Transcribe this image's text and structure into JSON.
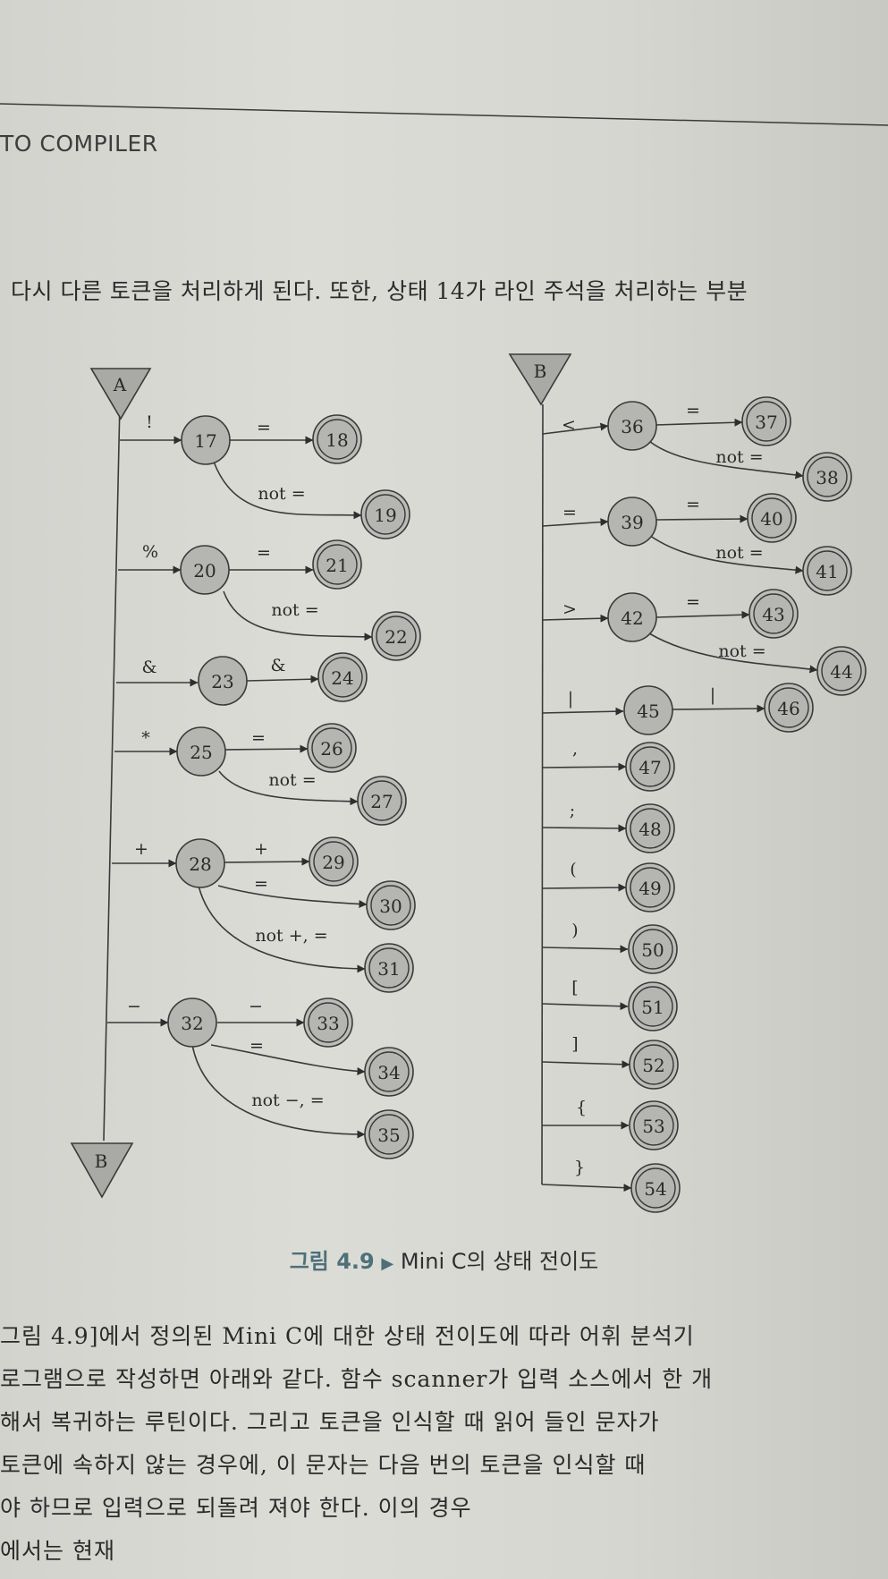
{
  "running_head": "TO COMPILER",
  "intro_line": "다시 다른 토큰을 처리하게 된다. 또한, 상태 14가 라인 주석을 처리하는 부분",
  "diagram": {
    "connectors": [
      "A",
      "B",
      "B"
    ],
    "states": [
      "17",
      "18",
      "19",
      "20",
      "21",
      "22",
      "23",
      "24",
      "25",
      "26",
      "27",
      "28",
      "29",
      "30",
      "31",
      "32",
      "33",
      "34",
      "35",
      "36",
      "37",
      "38",
      "39",
      "40",
      "41",
      "42",
      "43",
      "44",
      "45",
      "46",
      "47",
      "48",
      "49",
      "50",
      "51",
      "52",
      "53",
      "54"
    ],
    "labels": {
      "l_ex": "!",
      "l_17_18": "=",
      "l_17_19": "not =",
      "l_pct": "%",
      "l_20_21": "=",
      "l_20_22": "not =",
      "l_amp": "&",
      "l_23_24": "&",
      "l_star": "*",
      "l_25_26": "=",
      "l_25_27": "not =",
      "l_plus": "+",
      "l_28_29": "+",
      "l_28_30": "=",
      "l_28_31": "not +, =",
      "l_minus": "−",
      "l_32_33": "−",
      "l_32_34": "=",
      "l_32_35": "not −, =",
      "l_lt": "<",
      "l_36_37": "=",
      "l_36_38": "not =",
      "l_eq": "=",
      "l_39_40": "=",
      "l_39_41": "not =",
      "l_gt": ">",
      "l_42_43": "=",
      "l_42_44": "not =",
      "l_bar": "|",
      "l_45_46": "|",
      "l_comma": ",",
      "l_semi": ";",
      "l_lp": "(",
      "l_rp": ")",
      "l_lb": "[",
      "l_rb": "]",
      "l_lc": "{",
      "l_rc": "}"
    }
  },
  "caption": {
    "figure": "그림 4.9",
    "marker": "▶",
    "title": "Mini C의 상태 전이도"
  },
  "body_lines": [
    "그림 4.9]에서 정의된 Mini C에 대한 상태 전이도에 따라 어휘 분석기",
    "로그램으로 작성하면 아래와 같다. 함수 scanner가 입력 소스에서 한 개",
    "해서 복귀하는 루틴이다. 그리고 토큰을 인식할 때 읽어 들인 문자가",
    "토큰에 속하지 않는 경우에, 이 문자는 다음 번의 토큰을 인식할 때",
    "야 하므로 입력으로 되돌려 져야 한다. 이의 경우",
    "에서는 현재"
  ]
}
